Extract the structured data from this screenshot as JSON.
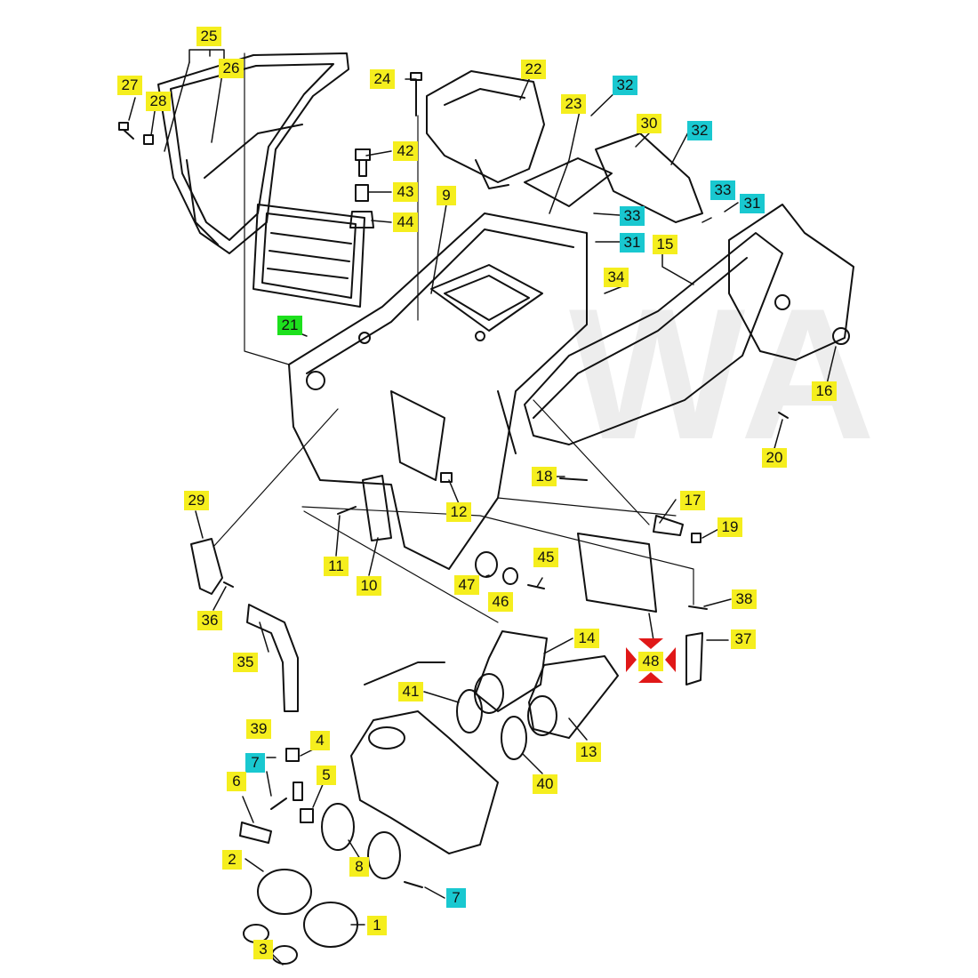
{
  "diagram": {
    "watermark": "WA",
    "colors": {
      "standard": "#f5ee1e",
      "hardware": "#19c8d0",
      "filter": "#1de01d",
      "marker": "#e01818",
      "line": "#111111"
    },
    "callouts": [
      {
        "id": "c25",
        "label": "25",
        "color": "yellow"
      },
      {
        "id": "c26",
        "label": "26",
        "color": "yellow"
      },
      {
        "id": "c27",
        "label": "27",
        "color": "yellow"
      },
      {
        "id": "c28",
        "label": "28",
        "color": "yellow"
      },
      {
        "id": "c24",
        "label": "24",
        "color": "yellow"
      },
      {
        "id": "c22",
        "label": "22",
        "color": "yellow"
      },
      {
        "id": "c32a",
        "label": "32",
        "color": "cyan"
      },
      {
        "id": "c23",
        "label": "23",
        "color": "yellow"
      },
      {
        "id": "c30",
        "label": "30",
        "color": "yellow"
      },
      {
        "id": "c32b",
        "label": "32",
        "color": "cyan"
      },
      {
        "id": "c42",
        "label": "42",
        "color": "yellow"
      },
      {
        "id": "c43",
        "label": "43",
        "color": "yellow"
      },
      {
        "id": "c44",
        "label": "44",
        "color": "yellow"
      },
      {
        "id": "c9",
        "label": "9",
        "color": "yellow"
      },
      {
        "id": "c33a",
        "label": "33",
        "color": "cyan"
      },
      {
        "id": "c33b",
        "label": "33",
        "color": "cyan"
      },
      {
        "id": "c31a",
        "label": "31",
        "color": "cyan"
      },
      {
        "id": "c31b",
        "label": "31",
        "color": "cyan"
      },
      {
        "id": "c15",
        "label": "15",
        "color": "yellow"
      },
      {
        "id": "c34",
        "label": "34",
        "color": "yellow"
      },
      {
        "id": "c21",
        "label": "21",
        "color": "green"
      },
      {
        "id": "c16",
        "label": "16",
        "color": "yellow"
      },
      {
        "id": "c20",
        "label": "20",
        "color": "yellow"
      },
      {
        "id": "c18",
        "label": "18",
        "color": "yellow"
      },
      {
        "id": "c17",
        "label": "17",
        "color": "yellow"
      },
      {
        "id": "c19",
        "label": "19",
        "color": "yellow"
      },
      {
        "id": "c29",
        "label": "29",
        "color": "yellow"
      },
      {
        "id": "c12",
        "label": "12",
        "color": "yellow"
      },
      {
        "id": "c11",
        "label": "11",
        "color": "yellow"
      },
      {
        "id": "c10",
        "label": "10",
        "color": "yellow"
      },
      {
        "id": "c45",
        "label": "45",
        "color": "yellow"
      },
      {
        "id": "c47",
        "label": "47",
        "color": "yellow"
      },
      {
        "id": "c46",
        "label": "46",
        "color": "yellow"
      },
      {
        "id": "c38",
        "label": "38",
        "color": "yellow"
      },
      {
        "id": "c36",
        "label": "36",
        "color": "yellow"
      },
      {
        "id": "c14",
        "label": "14",
        "color": "yellow"
      },
      {
        "id": "c48",
        "label": "48",
        "color": "yellow"
      },
      {
        "id": "c37",
        "label": "37",
        "color": "yellow"
      },
      {
        "id": "c35",
        "label": "35",
        "color": "yellow"
      },
      {
        "id": "c41",
        "label": "41",
        "color": "yellow"
      },
      {
        "id": "c13",
        "label": "13",
        "color": "yellow"
      },
      {
        "id": "c39",
        "label": "39",
        "color": "yellow"
      },
      {
        "id": "c4",
        "label": "4",
        "color": "yellow"
      },
      {
        "id": "c7a",
        "label": "7",
        "color": "cyan"
      },
      {
        "id": "c5",
        "label": "5",
        "color": "yellow"
      },
      {
        "id": "c6",
        "label": "6",
        "color": "yellow"
      },
      {
        "id": "c40",
        "label": "40",
        "color": "yellow"
      },
      {
        "id": "c2",
        "label": "2",
        "color": "yellow"
      },
      {
        "id": "c8",
        "label": "8",
        "color": "yellow"
      },
      {
        "id": "c7b",
        "label": "7",
        "color": "cyan"
      },
      {
        "id": "c1",
        "label": "1",
        "color": "yellow"
      },
      {
        "id": "c3",
        "label": "3",
        "color": "yellow"
      }
    ]
  }
}
